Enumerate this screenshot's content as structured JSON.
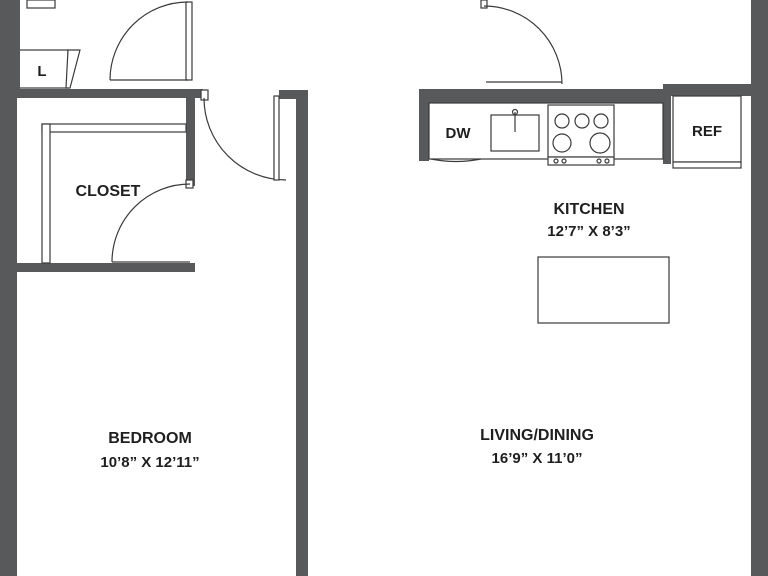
{
  "rooms": {
    "closet": {
      "name": "CLOSET"
    },
    "kitchen": {
      "name": "KITCHEN",
      "dimensions": "12’7” X 8’3”"
    },
    "bedroom": {
      "name": "BEDROOM",
      "dimensions": "10’8” X 12’11”"
    },
    "living_dining": {
      "name": "LIVING/DINING",
      "dimensions": "16’9” X 11’0”"
    }
  },
  "fixtures": {
    "laundry": "L",
    "dishwasher": "DW",
    "refrigerator": "REF"
  },
  "colors": {
    "wall": "#58595b",
    "line": "#3a3a3a",
    "background": "#ffffff"
  }
}
